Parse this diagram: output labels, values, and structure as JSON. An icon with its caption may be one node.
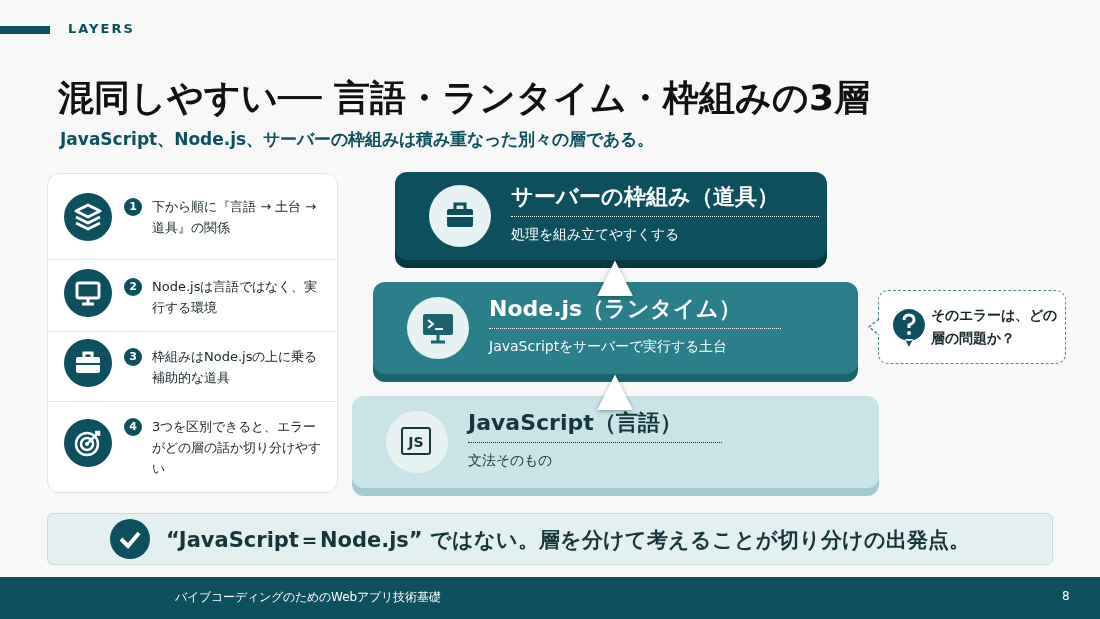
{
  "diagram": {
    "title": "混同しやすい── 言語・ランタイム・枠組みの3層",
    "nodes": [
      {
        "text": [],
        "shape": "box"
      },
      {
        "text": [
          "1",
          "下から順に『言語 → 土台 → 道具』の関係"
        ],
        "in": 0
      },
      {
        "text": [
          "2",
          "Node.jsは言語ではなく、実行する環境"
        ],
        "in": 0
      },
      {
        "text": [
          "3",
          "枠組みはNode.jsの上に乗る補助的な道具"
        ],
        "in": 0
      },
      {
        "text": [
          "4",
          "3つを区別できると、エラーがどの層の話か切り分けやすい"
        ],
        "in": 0
      },
      {
        "text": [
          "サーバーの枠組み（道具）",
          "処理を組み立てやすくする"
        ]
      },
      {
        "text": [
          "Node.js（ランタイム）",
          "JavaScriptをサーバーで実行する土台"
        ]
      },
      {
        "text": [
          "JS",
          "JavaScript（言語）",
          "文法そのもの"
        ]
      },
      {
        "text": [
          "そのエラーは、どの層の問題か？"
        ]
      },
      {
        "text": [
          "“JavaScript＝Node.js” ではない。層を分けて考えることが切り分けの出発点。"
        ]
      }
    ],
    "edges": [
      {
        "from": 7,
        "to": 6,
        "arrow": "to"
      },
      {
        "from": 6,
        "to": 5,
        "arrow": "to"
      }
    ],
    "labels": [
      "LAYERS",
      "JavaScript、Node.js、サーバーの枠組みは積み重なった別々の層である。",
      "バイブコーディングのためのWebアプリ技術基礎",
      "8"
    ]
  }
}
